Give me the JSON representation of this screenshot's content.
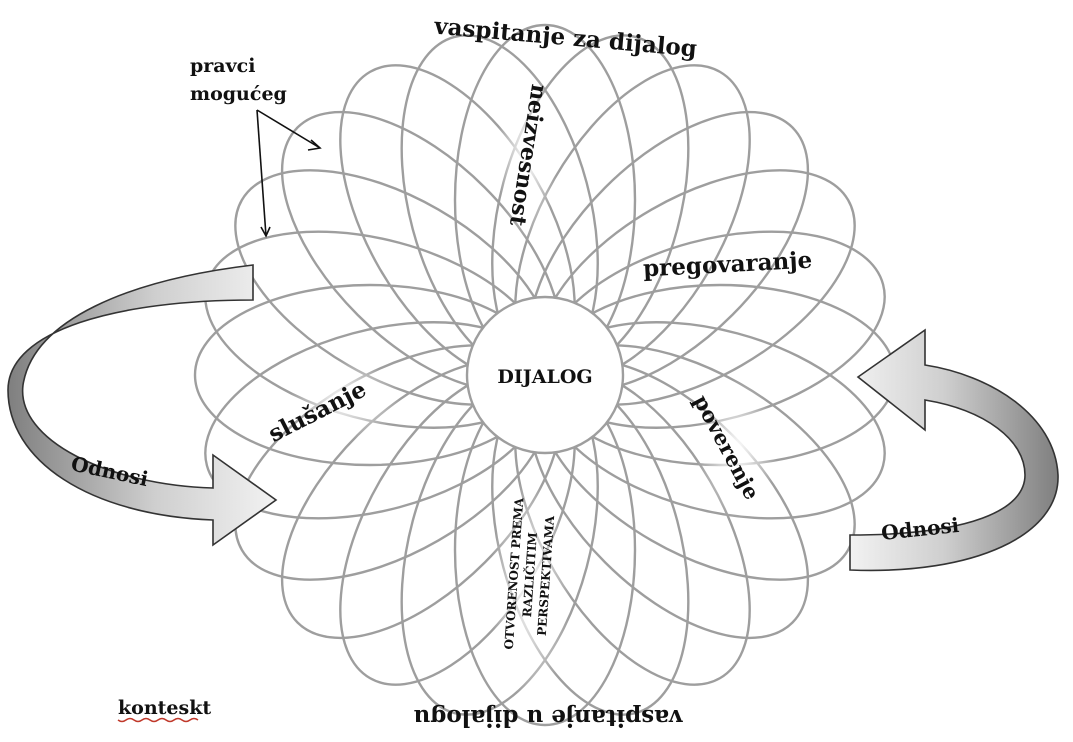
{
  "diagram": {
    "center_label": "DIJALOG",
    "labels": {
      "top": "vaspitanje  za dijalog",
      "bottom": "vaspitanje u dijalogu",
      "uncertainty": "neizvesnost",
      "negotiation": "pregovaranje",
      "trust": "poverenje",
      "listening": "slušanje",
      "openness_lines": [
        "OTVORENOST PREMA",
        "RAZLIČITIM",
        "PERSPEKTIVAMA"
      ]
    },
    "annotation": {
      "line1": "pravci",
      "line2": "mogućeg"
    },
    "relations_left": "Odnosi",
    "relations_right": "Odnosi",
    "context": "konteskt",
    "colors": {
      "petal_stroke": "#9e9e9e",
      "arrow_fill_dark": "#8f8f8f",
      "arrow_fill_light": "#e6e6e6",
      "text": "#111111",
      "underline": "#c0392b"
    }
  }
}
